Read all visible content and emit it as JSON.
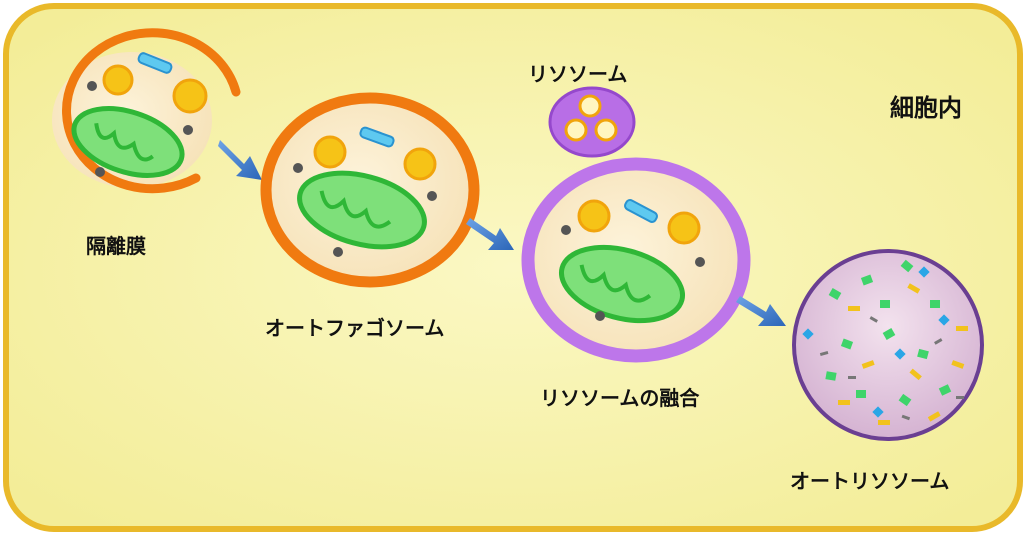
{
  "labels": {
    "cell_interior": "細胞内",
    "isolation_membrane": "隔離膜",
    "autophagosome": "オートファゴソーム",
    "lysosome": "リソソーム",
    "lysosome_fusion": "リソソームの融合",
    "autolysosome": "オートリソソーム"
  },
  "colors": {
    "cell_fill": "#f7f3a6",
    "cell_border": "#e8b930",
    "membrane_orange": "#f07a10",
    "lysosome_purple": "#b86ee6",
    "mitochondria_green": "#38c13e",
    "organelle_yellow": "#f4c21a",
    "arrow_blue": "#3d7fd1",
    "autolysosome_fill": "#e2c7de"
  }
}
